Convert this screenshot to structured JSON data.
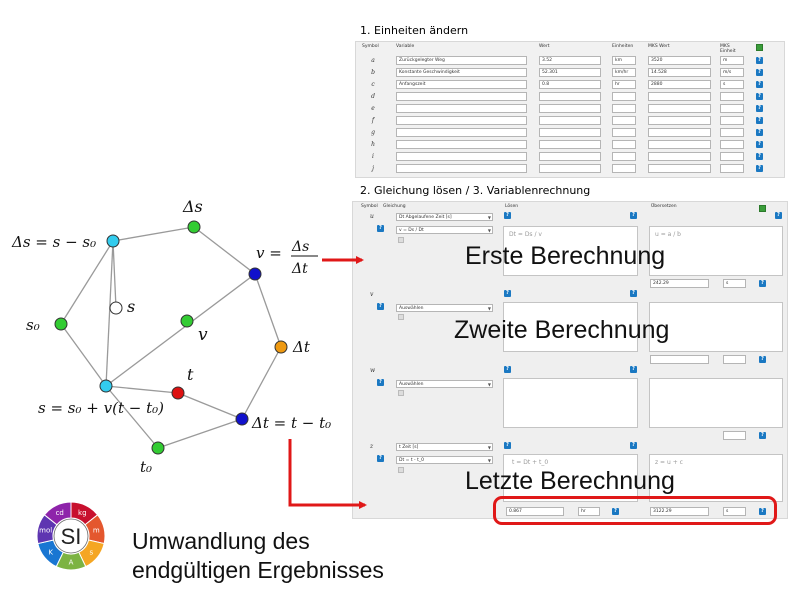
{
  "section1": {
    "title": "1. Einheiten ändern",
    "headers": [
      "Symbol",
      "Variable",
      "Wert",
      "Einheiten",
      "MKS Wert",
      "MKS Einheit"
    ],
    "rows": [
      {
        "symbol": "a",
        "variable": "Zurückgelegter Weg",
        "value": "3.52",
        "unit": "km",
        "mks_value": "3520",
        "mks_unit": "m"
      },
      {
        "symbol": "b",
        "variable": "Konstante Geschwindigkeit",
        "value": "52.301",
        "unit": "km/hr",
        "mks_value": "14.528",
        "mks_unit": "m/s"
      },
      {
        "symbol": "c",
        "variable": "Anfangszeit",
        "value": "0.8",
        "unit": "hr",
        "mks_value": "2880",
        "mks_unit": "s"
      },
      {
        "symbol": "d",
        "variable": "",
        "value": "",
        "unit": "",
        "mks_value": "",
        "mks_unit": ""
      },
      {
        "symbol": "e",
        "variable": "",
        "value": "",
        "unit": "",
        "mks_value": "",
        "mks_unit": ""
      },
      {
        "symbol": "f",
        "variable": "",
        "value": "",
        "unit": "",
        "mks_value": "",
        "mks_unit": ""
      },
      {
        "symbol": "g",
        "variable": "",
        "value": "",
        "unit": "",
        "mks_value": "",
        "mks_unit": ""
      },
      {
        "symbol": "h",
        "variable": "",
        "value": "",
        "unit": "",
        "mks_value": "",
        "mks_unit": ""
      },
      {
        "symbol": "i",
        "variable": "",
        "value": "",
        "unit": "",
        "mks_value": "",
        "mks_unit": ""
      },
      {
        "symbol": "j",
        "variable": "",
        "value": "",
        "unit": "",
        "mks_value": "",
        "mks_unit": ""
      }
    ]
  },
  "section2": {
    "title": "2. Gleichung lösen / 3. Variablenrechnung",
    "headers": [
      "Symbol",
      "Gleichung",
      "Lösen",
      "Übersetzen"
    ],
    "blocks": [
      {
        "symbol": "u",
        "var_select": "Dt Abgelaufene Zeit [s]",
        "eq_select": "v = Ds / Dt",
        "solve": "Dt = Ds / v",
        "translate": "u = a / b",
        "result": "242.29",
        "result_unit": "s"
      },
      {
        "symbol": "v",
        "var_select": "",
        "eq_select": "Auswählen",
        "solve": "",
        "translate": "",
        "result": "",
        "result_unit": ""
      },
      {
        "symbol": "w",
        "var_select": "",
        "eq_select": "Auswählen",
        "solve": "",
        "translate": "",
        "result": "",
        "result_unit": ""
      },
      {
        "symbol": "z",
        "var_select": "t Zeit [s]",
        "eq_select": "Dt = t - t_0",
        "solve": "t = Dt + t_0",
        "translate": "z = u + c",
        "result_value": "0.867",
        "result_value_unit": "hr",
        "result": "3122.29",
        "result_unit": "s"
      }
    ],
    "overlays": {
      "first": "Erste Berechnung",
      "second": "Zweite Berechnung",
      "last": "Letzte Berechnung"
    }
  },
  "diagram": {
    "labels": {
      "delta_s_def": "Δs = s − s₀",
      "delta_s": "Δs",
      "s": "s",
      "s0": "s₀",
      "v": "v",
      "t": "t",
      "delta_t": "Δt",
      "t0": "t₀",
      "velocity_lhs": "v =",
      "velocity_num": "Δs",
      "velocity_den": "Δt",
      "position_eq": "s = s₀ + v(t − t₀)",
      "delta_t_def": "Δt = t − t₀"
    },
    "node_colors": {
      "delta_s_def": "#33ccee",
      "delta_s": "#33cc33",
      "s": "#ffffff",
      "s0": "#33cc33",
      "v": "#33cc33",
      "velocity": "#1111cc",
      "delta_t": "#ee9911",
      "t": "#dd1111",
      "position": "#33ccee",
      "delta_t_def": "#1111cc",
      "t0": "#33cc33"
    },
    "arrow_color": "#e01818"
  },
  "logo": {
    "center": "SI",
    "segments": [
      "kg",
      "m",
      "s",
      "A",
      "K",
      "mol",
      "cd"
    ],
    "colors": [
      "#c8102e",
      "#e4572e",
      "#f5a623",
      "#7cb342",
      "#1976d2",
      "#5e35b1",
      "#8e24aa"
    ]
  },
  "caption": {
    "line1": "Umwandlung des",
    "line2": "endgültigen Ergebnisses"
  }
}
